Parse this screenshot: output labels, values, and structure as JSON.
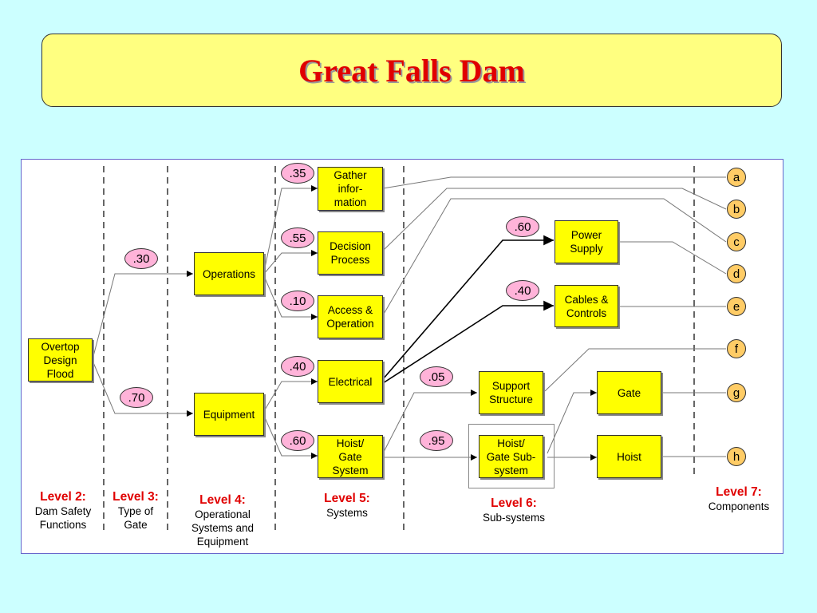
{
  "title": "Great Falls Dam",
  "levels": [
    {
      "title": "Level 2:",
      "desc": "Dam Safety\nFunctions"
    },
    {
      "title": "Level 3:",
      "desc": "Type of\nGate"
    },
    {
      "title": "Level 4:",
      "desc": "Operational\nSystems and\nEquipment"
    },
    {
      "title": "Level 5:",
      "desc": "Systems"
    },
    {
      "title": "Level 6:",
      "desc": "Sub-systems"
    },
    {
      "title": "Level 7:",
      "desc": "Components"
    }
  ],
  "nodes": {
    "overtop": "Overtop\nDesign\nFlood",
    "operations": "Operations",
    "equipment": "Equipment",
    "gather": "Gather\ninfor-\nmation",
    "decision": "Decision\nProcess",
    "access": "Access &\nOperation",
    "electrical": "Electrical",
    "hoist_gate_system": "Hoist/\nGate\nSystem",
    "power_supply": "Power\nSupply",
    "cables_controls": "Cables &\nControls",
    "support_structure": "Support\nStructure",
    "hoist_gate_subsystem": "Hoist/\nGate Sub-\nsystem",
    "gate": "Gate",
    "hoist": "Hoist"
  },
  "probabilities": {
    "operations": ".30",
    "equipment": ".70",
    "gather": ".35",
    "decision": ".55",
    "access": ".10",
    "electrical": ".40",
    "hoist_gate_system": ".60",
    "power_supply": ".60",
    "cables_controls": ".40",
    "support_structure": ".05",
    "hoist_gate_subsystem": ".95"
  },
  "components": [
    "a",
    "b",
    "c",
    "d",
    "e",
    "f",
    "g",
    "h"
  ],
  "colors": {
    "background": "#ccffff",
    "banner": "#ffff80",
    "title": "#e00000",
    "node": "#ffff00",
    "probability": "#ffb3d9",
    "component": "#ffcc66",
    "level_title": "#e00000"
  }
}
